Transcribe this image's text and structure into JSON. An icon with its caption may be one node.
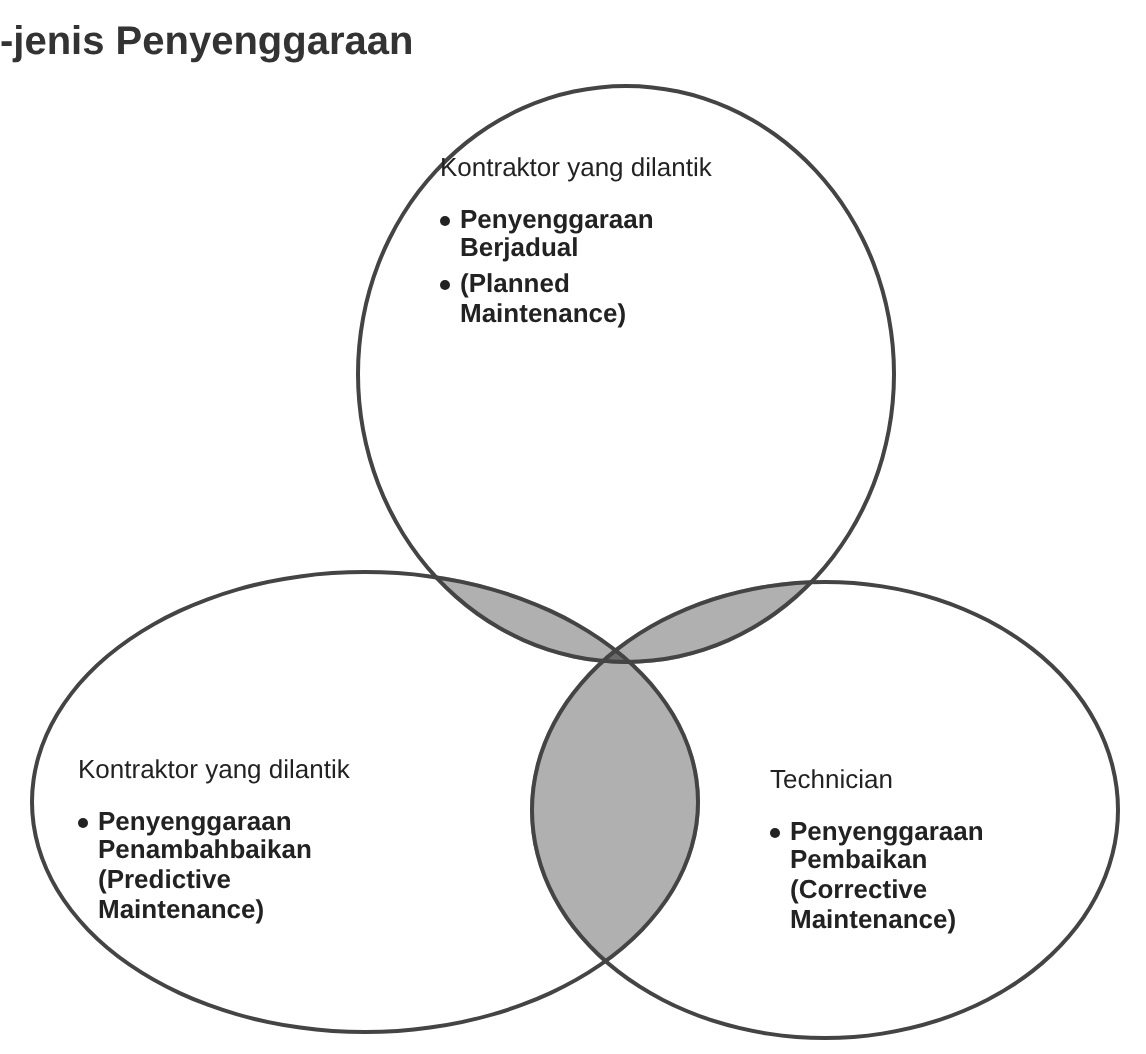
{
  "diagram": {
    "title": "-jenis Penyenggaraan",
    "nodes": [
      {
        "text": [
          "Kontraktor yang dilantik",
          "Penyenggaraan Berjadual",
          "(Planned Maintenance)"
        ]
      },
      {
        "text": [
          "Kontraktor yang dilantik",
          "Penyenggaraan Penambahbaikan (Predictive Maintenance)"
        ]
      },
      {
        "text": [
          "Technician",
          "Penyenggaraan Pembaikan (Corrective Maintenance)"
        ]
      }
    ]
  }
}
